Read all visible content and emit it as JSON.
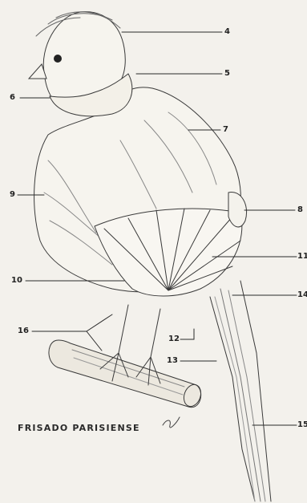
{
  "caption": "FRISADO PARISIENSE",
  "callouts": [
    "4",
    "5",
    "6",
    "7",
    "8",
    "9",
    "10",
    "11",
    "12",
    "13",
    "14",
    "15",
    "16"
  ]
}
